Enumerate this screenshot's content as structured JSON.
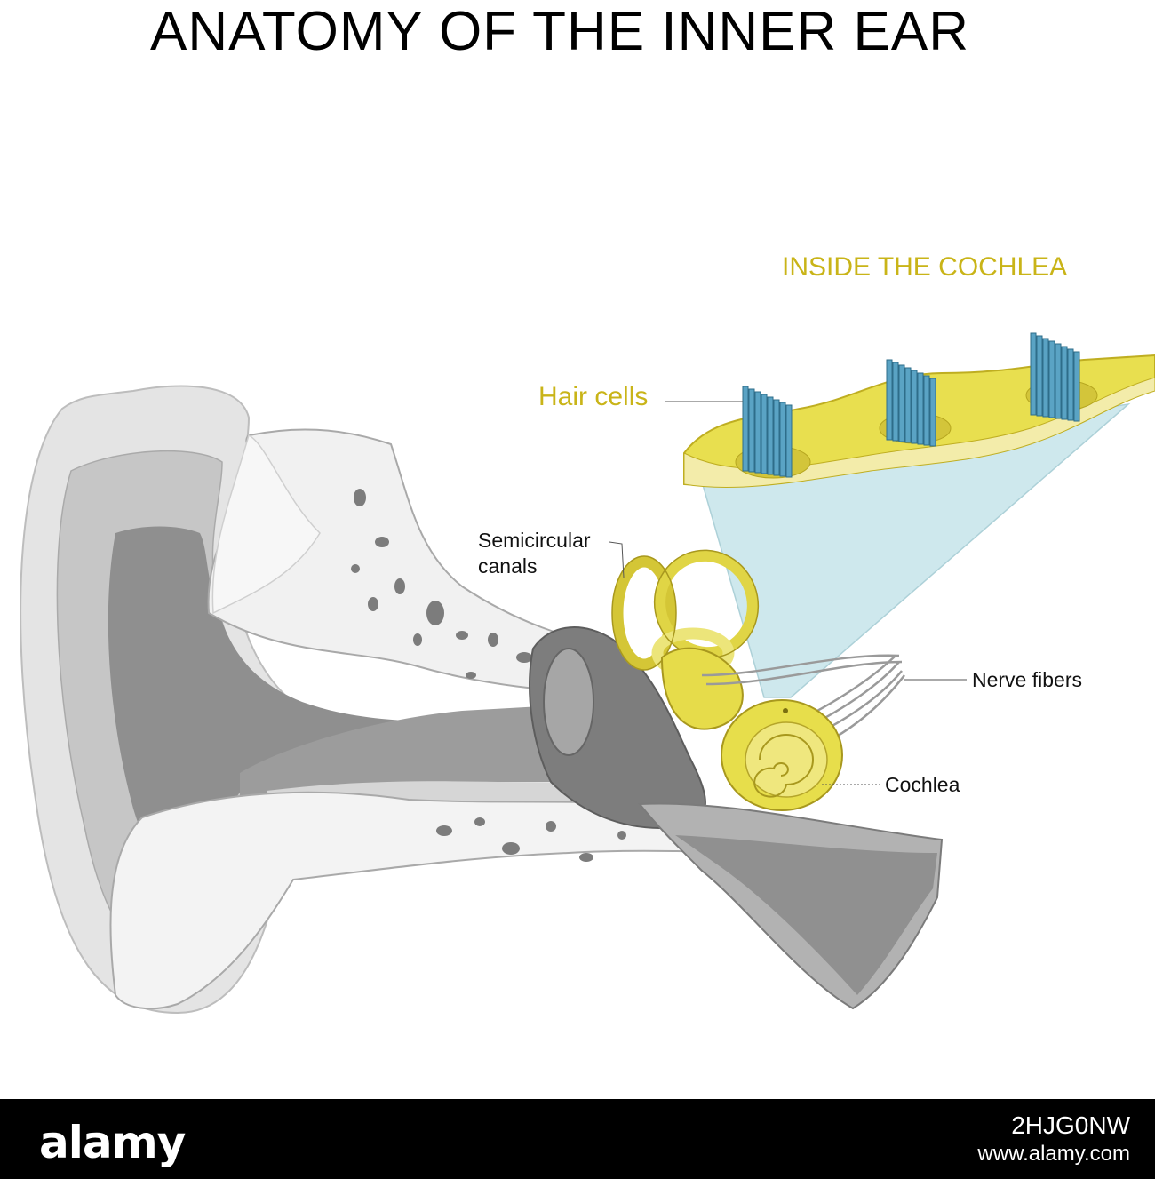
{
  "title": "ANATOMY OF THE INNER EAR",
  "subtitle": "INSIDE THE COCHLEA",
  "labels": {
    "hair_cells": "Hair cells",
    "semicircular_1": "Semicircular",
    "semicircular_2": "canals",
    "nerve_fibers": "Nerve fibers",
    "cochlea": "Cochlea"
  },
  "colors": {
    "yellow": "#e8df4f",
    "gold_text": "#c9b418",
    "hair_blue": "#4f98b8",
    "cone_blue": "#c6e4ea",
    "skin_light": "#e3e3e3",
    "skin_dark": "#8c8c8c"
  },
  "footer": {
    "brand": "alamy",
    "image_id": "2HJG0NW",
    "site": "www.alamy.com"
  }
}
